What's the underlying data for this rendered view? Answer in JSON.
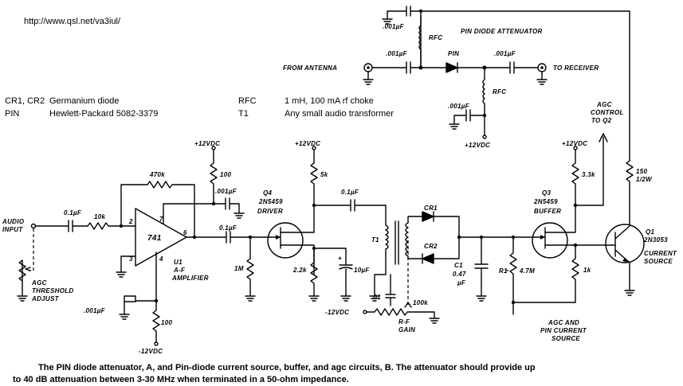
{
  "header": {
    "url": "http://www.qsl.net/va3iul/",
    "legend": [
      {
        "ref": "CR1, CR2",
        "desc": "Germanium diode",
        "ref2": "RFC",
        "desc2": "1 mH, 100 mA rf choke"
      },
      {
        "ref": "PIN",
        "desc": "Hewlett-Packard 5082-3379",
        "ref2": "T1",
        "desc2": "Any small audio transformer"
      }
    ]
  },
  "labels": {
    "pin_attenuator": "PIN DIODE ATTENUATOR",
    "from_antenna": "FROM ANTENNA",
    "to_receiver": "TO RECEIVER",
    "pin": "PIN",
    "rfc_top": "RFC",
    "rfc_low": "RFC",
    "c_001_a": ".001µF",
    "c_001_b": ".001µF",
    "c_001_c": ".001µF",
    "c_001_d": ".001µF",
    "c_001_e": ".001µF",
    "c_001_f": ".001µF",
    "v12_pin": "+12VDC",
    "agc_control": [
      "AGC",
      "CONTROL",
      "TO Q2"
    ],
    "v12_a": "+12VDC",
    "v12_b": "+12VDC",
    "v12_c": "+12VDC",
    "r_470k": "470k",
    "r_100_a": "100",
    "r_100_b": "100",
    "r_5k": "5k",
    "r_33k": "3.3k",
    "r_150": [
      "150",
      "1/2W"
    ],
    "audio_input": [
      "AUDIO",
      "INPUT"
    ],
    "c_01_a": "0.1µF",
    "c_01_b": "0.1µF",
    "c_01_c": "0.1µF",
    "r_10k": "10k",
    "pin2": "2",
    "pin3": "3",
    "pin4": "4",
    "pin6": "6",
    "pin7": "7",
    "opamp": "741",
    "u1": [
      "U1",
      "A-F",
      "AMPLIFIER"
    ],
    "r_1m": "1M",
    "q4": [
      "Q4",
      "2N5459",
      "DRIVER"
    ],
    "r_22k": "2.2k",
    "c_10uf": "10µF",
    "plus": "+",
    "t1": "T1",
    "cr1": "CR1",
    "cr2": "CR2",
    "c1": [
      "C1",
      "0.47",
      "µF"
    ],
    "r1": "R1",
    "r_47m": "4.7M",
    "q3": [
      "Q3",
      "2N5459",
      "BUFFER"
    ],
    "r_1k": "1k",
    "q1": [
      "Q1",
      "2N3053",
      "CURRENT",
      "SOURCE"
    ],
    "agc_threshold": [
      "AGC",
      "THRESHOLD",
      "ADJUST"
    ],
    "c_01_d": ".01",
    "r_100k": "100k",
    "v12_neg_a": "-12VDC",
    "v12_neg_b": "-12VDC",
    "rf_gain": [
      "R-F",
      "GAIN"
    ],
    "agc_pin_current": [
      "AGC AND",
      "PIN CURRENT",
      "SOURCE"
    ]
  },
  "caption": [
    "The PIN diode attenuator, A, and Pin-diode current source, buffer, and agc circuits, B. The attenuator should provide up",
    "to 40 dB attenuation between 3-30 MHz when terminated in a 50-ohm impedance."
  ]
}
